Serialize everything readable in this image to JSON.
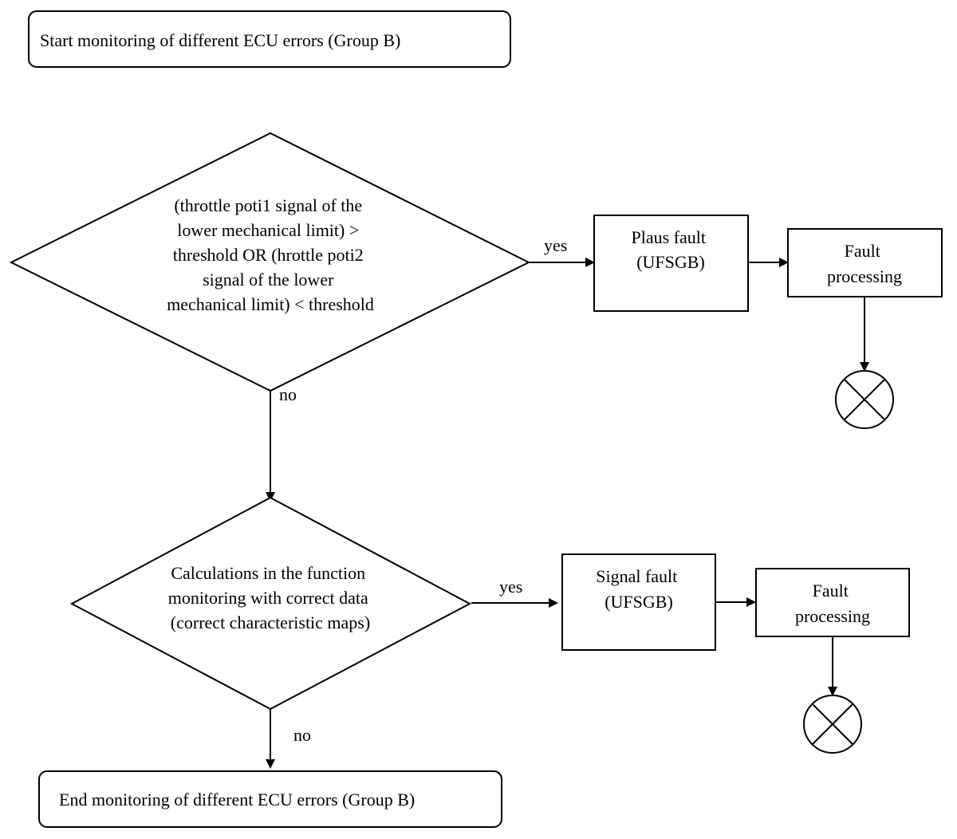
{
  "start": {
    "text": "Start monitoring of different ECU errors (Group B)"
  },
  "decision1": {
    "lines": [
      "(throttle poti1  signal of the",
      "lower mechanical limit) >",
      "threshold OR (hrottle poti2",
      "signal of the lower",
      "mechanical limit) < threshold"
    ],
    "yes_label": "yes",
    "no_label": "no"
  },
  "plaus_fault": {
    "lines": [
      "Plaus fault",
      "(UFSGB)"
    ]
  },
  "fault_processing_1": {
    "lines": [
      "Fault",
      "processing"
    ]
  },
  "decision2": {
    "lines": [
      "Calculations in the function",
      "monitoring with correct data",
      "(correct characteristic maps)"
    ],
    "yes_label": "yes",
    "no_label": "no"
  },
  "signal_fault": {
    "lines": [
      "Signal fault",
      "(UFSGB)"
    ]
  },
  "fault_processing_2": {
    "lines": [
      "Fault",
      "processing"
    ]
  },
  "end": {
    "text": "End monitoring of different ECU errors (Group B)"
  },
  "terminator_icons": [
    "x-circle-icon",
    "x-circle-icon"
  ]
}
